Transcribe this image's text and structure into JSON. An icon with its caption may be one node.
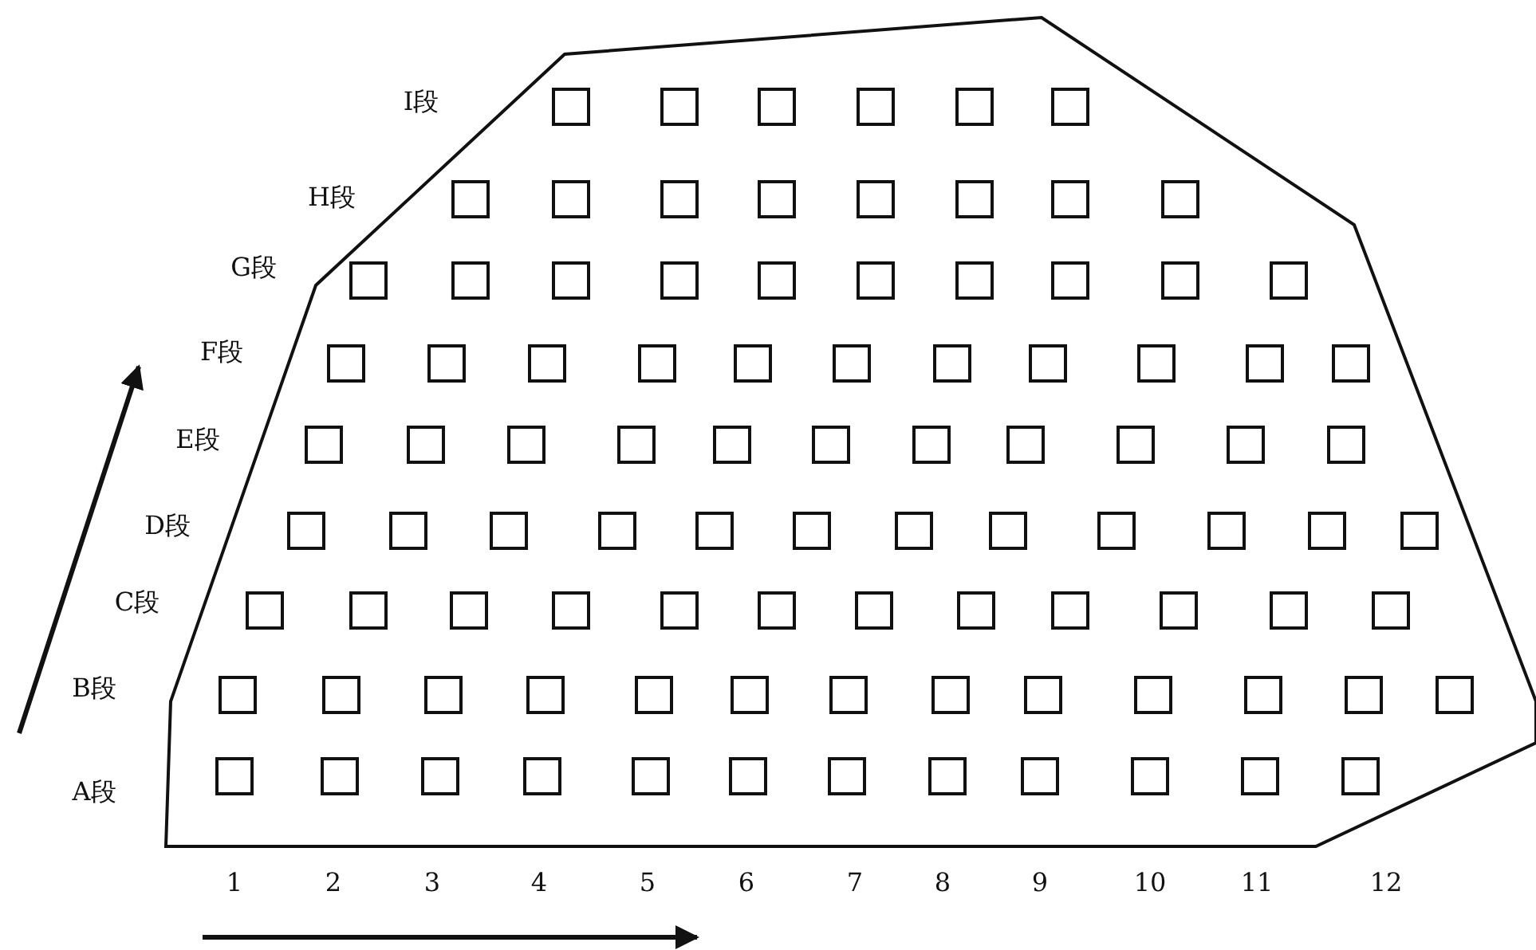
{
  "diagram": {
    "labels": [
      "I段",
      "H段",
      "G段",
      "F段",
      "E段",
      "D段",
      "C段",
      "B段",
      "A段",
      "1",
      "2",
      "3",
      "4",
      "5",
      "6",
      "7",
      "8",
      "9",
      "10",
      "11",
      "12"
    ]
  }
}
